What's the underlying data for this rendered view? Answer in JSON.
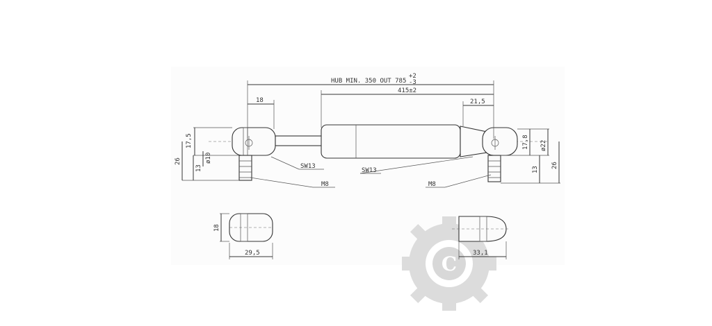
{
  "drawing": {
    "stroke_labels": {
      "hub": "HUB MIN. 350 OUT 785",
      "tol": "+2",
      "tol2": "-3"
    },
    "length": "415±2",
    "dim_eye_width": "18",
    "dim_fitting_width": "21,5",
    "dim_left_eye_dia": "17,5",
    "dim_left_bore": "ø10",
    "dim_left_total": "26",
    "dim_left_stud": "13",
    "dim_right_eye": "17,8",
    "dim_right_dia": "ø22",
    "dim_right_total": "26",
    "dim_right_stud": "13",
    "label_sw_left": "SW13",
    "label_sw_mid": "SW13",
    "label_m8_left": "M8",
    "label_m8_right": "M8",
    "detail_left_height": "18",
    "detail_left_width": "29,5",
    "detail_right_width": "33,1"
  },
  "watermark": {
    "letter": "C",
    "color": "#dcdcdc"
  }
}
